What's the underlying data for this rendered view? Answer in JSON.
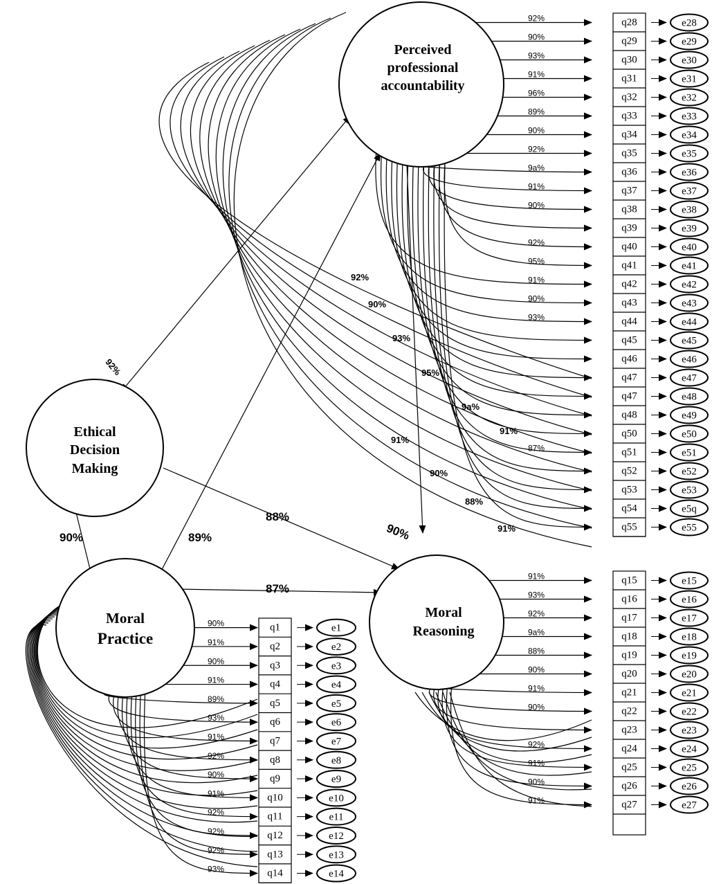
{
  "latents": {
    "ppa": [
      "Perceived",
      "professional",
      "accountability"
    ],
    "edm": [
      "Ethical",
      "Decision",
      "Making"
    ],
    "mp": [
      "Moral",
      "Practice"
    ],
    "mr": [
      "Moral",
      "Reasoning"
    ]
  },
  "structural": {
    "ppa_edm": "92%",
    "edm_mp": "90%",
    "ppa_mp": "89%",
    "edm_mr": "88%",
    "ppa_mr": "90%",
    "mp_mr": "87%"
  },
  "groups": {
    "ppa": {
      "items": [
        {
          "q": "q28",
          "e": "e28",
          "l": "92%"
        },
        {
          "q": "q29",
          "e": "e29",
          "l": "90%"
        },
        {
          "q": "q30",
          "e": "e30",
          "l": "93%"
        },
        {
          "q": "q31",
          "e": "e31",
          "l": "91%"
        },
        {
          "q": "q32",
          "e": "e32",
          "l": "96%"
        },
        {
          "q": "q33",
          "e": "e33",
          "l": "89%"
        },
        {
          "q": "q34",
          "e": "e34",
          "l": "90%"
        },
        {
          "q": "q35",
          "e": "e35",
          "l": "92%"
        },
        {
          "q": "q36",
          "e": "e36",
          "l": "9a%"
        },
        {
          "q": "q37",
          "e": "e37",
          "l": "91%"
        },
        {
          "q": "q38",
          "e": "e38",
          "l": "90%"
        },
        {
          "q": "q39",
          "e": "e39",
          "l": ""
        },
        {
          "q": "q40",
          "e": "e40",
          "l": "92%"
        },
        {
          "q": "q41",
          "e": "e41",
          "l": "95%"
        },
        {
          "q": "q42",
          "e": "e42",
          "l": "91%"
        },
        {
          "q": "q43",
          "e": "e43",
          "l": "90%"
        },
        {
          "q": "q44",
          "e": "e44",
          "l": "93%"
        },
        {
          "q": "q45",
          "e": "e45",
          "l": ""
        },
        {
          "q": "q46",
          "e": "e46",
          "l": ""
        },
        {
          "q": "q47",
          "e": "e47",
          "l": ""
        },
        {
          "q": "q47",
          "e": "e48",
          "l": ""
        },
        {
          "q": "q48",
          "e": "e49",
          "l": ""
        },
        {
          "q": "q50",
          "e": "e50",
          "l": ""
        },
        {
          "q": "q51",
          "e": "e51",
          "l": "87%"
        },
        {
          "q": "q52",
          "e": "e52",
          "l": ""
        },
        {
          "q": "q53",
          "e": "e53",
          "l": ""
        },
        {
          "q": "q54",
          "e": "e5q",
          "l": ""
        },
        {
          "q": "q55",
          "e": "e55",
          "l": ""
        }
      ],
      "curve_labels": [
        "92%",
        "90%",
        "93%",
        "95%",
        "9a%",
        "91%",
        "91%",
        "90%",
        "88%",
        "91%"
      ]
    },
    "mr": {
      "items": [
        {
          "q": "q15",
          "e": "e15",
          "l": "91%"
        },
        {
          "q": "q16",
          "e": "e16",
          "l": "93%"
        },
        {
          "q": "q17",
          "e": "e17",
          "l": "92%"
        },
        {
          "q": "q18",
          "e": "e18",
          "l": "9a%"
        },
        {
          "q": "q19",
          "e": "e19",
          "l": "88%"
        },
        {
          "q": "q20",
          "e": "e20",
          "l": "90%"
        },
        {
          "q": "q21",
          "e": "e21",
          "l": "91%"
        },
        {
          "q": "q22",
          "e": "e22",
          "l": "90%"
        },
        {
          "q": "q23",
          "e": "e23",
          "l": ""
        },
        {
          "q": "q24",
          "e": "e24",
          "l": "92%"
        },
        {
          "q": "q25",
          "e": "e25",
          "l": "91%"
        },
        {
          "q": "q26",
          "e": "e26",
          "l": "90%"
        },
        {
          "q": "q27",
          "e": "e27",
          "l": "91%"
        }
      ]
    },
    "mp": {
      "items": [
        {
          "q": "q1",
          "e": "e1",
          "l": "90%"
        },
        {
          "q": "q2",
          "e": "e2",
          "l": "91%"
        },
        {
          "q": "q3",
          "e": "e3",
          "l": "90%"
        },
        {
          "q": "q4",
          "e": "e4",
          "l": "91%"
        },
        {
          "q": "q5",
          "e": "e5",
          "l": "89%"
        },
        {
          "q": "q6",
          "e": "e6",
          "l": "93%"
        },
        {
          "q": "q7",
          "e": "e7",
          "l": "91%"
        },
        {
          "q": "q8",
          "e": "e8",
          "l": "92%"
        },
        {
          "q": "q9",
          "e": "e9",
          "l": "90%"
        },
        {
          "q": "q10",
          "e": "e10",
          "l": "91%"
        },
        {
          "q": "q11",
          "e": "e11",
          "l": "92%"
        },
        {
          "q": "q12",
          "e": "e12",
          "l": "92%"
        },
        {
          "q": "q13",
          "e": "e13",
          "l": "92%"
        },
        {
          "q": "q14",
          "e": "e14",
          "l": "93%"
        }
      ]
    }
  }
}
